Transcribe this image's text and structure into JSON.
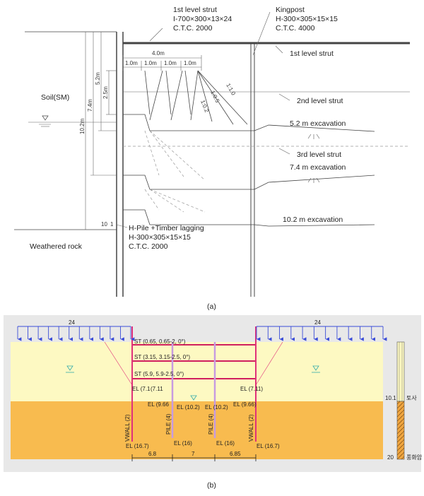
{
  "a": {
    "strut1_callout": {
      "line1": "1st level strut",
      "line2": "I-700×300×13×24",
      "line3": "C.T.C. 2000"
    },
    "kingpost_callout": {
      "line1": "Kingpost",
      "line2": "H-300×305×15×15",
      "line3": "C.T.C. 4000"
    },
    "hpile_callout": {
      "line1": "H-Pile +Timber lagging",
      "line2": "H-300×305×15×15",
      "line3": "C.T.C. 2000"
    },
    "labels": {
      "strut1": "1st level strut",
      "strut2": "2nd level strut",
      "strut3": "3rd level strut",
      "exc1": "5.2 m excavation",
      "exc2": "7.4 m excavation",
      "exc3": "10.2 m excavation",
      "soil": "Soil(SM)",
      "rock": "Weathered rock"
    },
    "dims": {
      "total": "4.0m",
      "seg1": "1.0m",
      "seg2": "1.0m",
      "seg3": "1.0m",
      "seg4": "1.0m",
      "d25": "2.5m",
      "d102": "10.2m",
      "d74": "7.4m",
      "d52": "5.2m",
      "r1": "1:1.0",
      "r2": "1:0.5",
      "r3": "1:0.2",
      "d10": "10",
      "d1": "1"
    },
    "caption": "(a)"
  },
  "b": {
    "load_left": "24",
    "load_right": "24",
    "struts": {
      "s1": "ST (0.65, 0.65-2, 0°)",
      "s2": "ST (3.15, 3.15-2.5, 0°)",
      "s3": "ST (5.9, 5.9-2.5, 0°)"
    },
    "el": {
      "left_upper": "EL (7.1",
      "left_upper2": "(7.11",
      "mid_l": "EL (9.66",
      "mid_c1": "EL (10.2)",
      "mid_c2": "EL (10.2)",
      "mid_r": "EL (9.66)",
      "right_upper": "EL (7.11)",
      "left_bottom": "EL (16.7)",
      "pile_l_bottom": "EL (16)",
      "pile_r_bottom": "EL (16)",
      "right_bottom": "EL (16.7)"
    },
    "members": {
      "vwall_l": "VWALL (2)",
      "pile_l": "PILE (4)",
      "pile_r": "PILE (4)",
      "vwall_r": "VWALL (2)"
    },
    "dims": {
      "d1": "6.8",
      "d2": "7",
      "d3": "6.85"
    },
    "legend": {
      "el1": "10.1",
      "name1": "토사",
      "el2": "20",
      "name2": "풍화암"
    },
    "caption": "(b)",
    "colors": {
      "soil_top": "#fdf9c2",
      "soil_bottom": "#f8bb4f",
      "wall": "#e0317a",
      "pile": "#c79be0",
      "load": "#3a4cd8"
    }
  }
}
